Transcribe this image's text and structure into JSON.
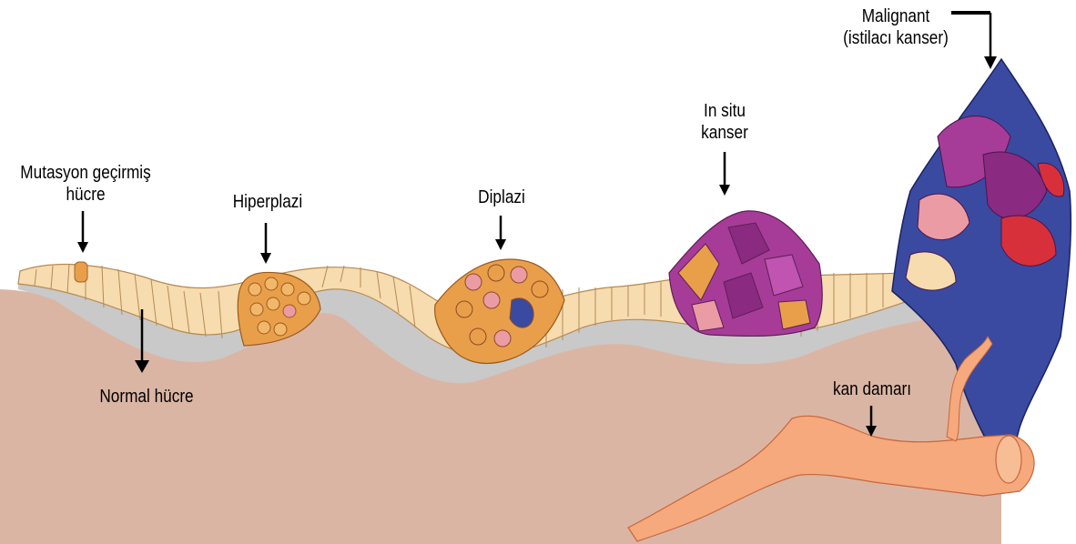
{
  "labels": {
    "mutated_cell": {
      "line1": "Mutasyon geçirmiş",
      "line2": "hücre"
    },
    "hyperplasia": "Hiperplazi",
    "dysplasia": "Diplazi",
    "in_situ": {
      "line1": "In situ",
      "line2": "kanser"
    },
    "malignant": {
      "line1": "Malignant",
      "line2": "(istilacı kanser)"
    },
    "normal_cell": "Normal hücre",
    "blood_vessel": "kan damarı"
  },
  "colors": {
    "background": "#ffffff",
    "stroma": "#dbb5a4",
    "basement_membrane": "#c9c9c9",
    "normal_cell": "#f6dcae",
    "orange_cell": "#e99f4a",
    "pink_cell": "#eb9ba3",
    "purple_cell": "#a63c98",
    "blue_cell": "#3a4aa0",
    "red_cell": "#d8303a",
    "vessel": "#f5a97d",
    "arrow": "#000000"
  }
}
